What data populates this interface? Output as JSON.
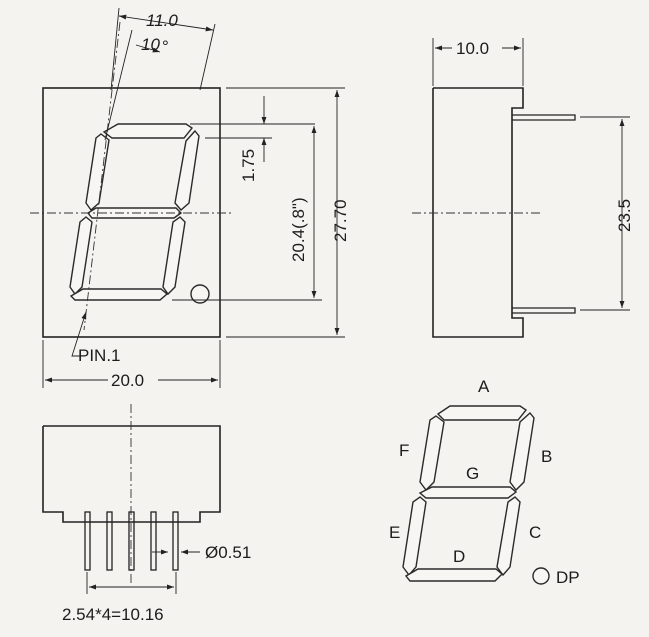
{
  "front_view": {
    "dim_top_outer": "11.0",
    "dim_top_inner": "10",
    "dim_top_inner_suffix": "°",
    "dim_width": "20.0",
    "dim_height": "27.70",
    "dim_digit_height": "20.4(.8\")",
    "dim_offset": "1.75",
    "pin_label": "PIN.1"
  },
  "side_view": {
    "dim_depth": "10.0",
    "dim_pin_span": "23.5"
  },
  "bottom_view": {
    "dim_pin_diameter": "Ø0.51",
    "dim_pitch": "2.54*4=10.16"
  },
  "segment_diagram": {
    "labels": {
      "a": "A",
      "b": "B",
      "c": "C",
      "d": "D",
      "e": "E",
      "f": "F",
      "g": "G",
      "dp": "DP"
    }
  }
}
